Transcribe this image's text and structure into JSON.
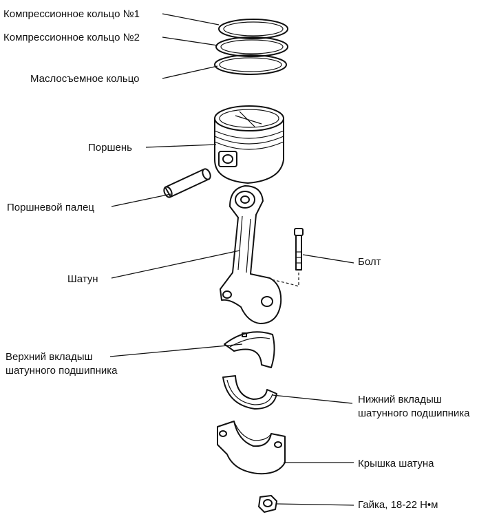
{
  "labels": {
    "ring1": "Компрессионное кольцо №1",
    "ring2": "Компрессионное кольцо №2",
    "oil_ring": "Маслосъемное кольцо",
    "piston": "Поршень",
    "pin": "Поршневой палец",
    "rod": "Шатун",
    "bolt": "Болт",
    "upper_bearing_1": "Верхний вкладыш",
    "upper_bearing_2": "шатунного подшипника",
    "lower_bearing_1": "Нижний вкладыш",
    "lower_bearing_2": "шатунного подшипника",
    "cap": "Крышка шатуна",
    "nut": "Гайка, 18-22 Н•м"
  }
}
